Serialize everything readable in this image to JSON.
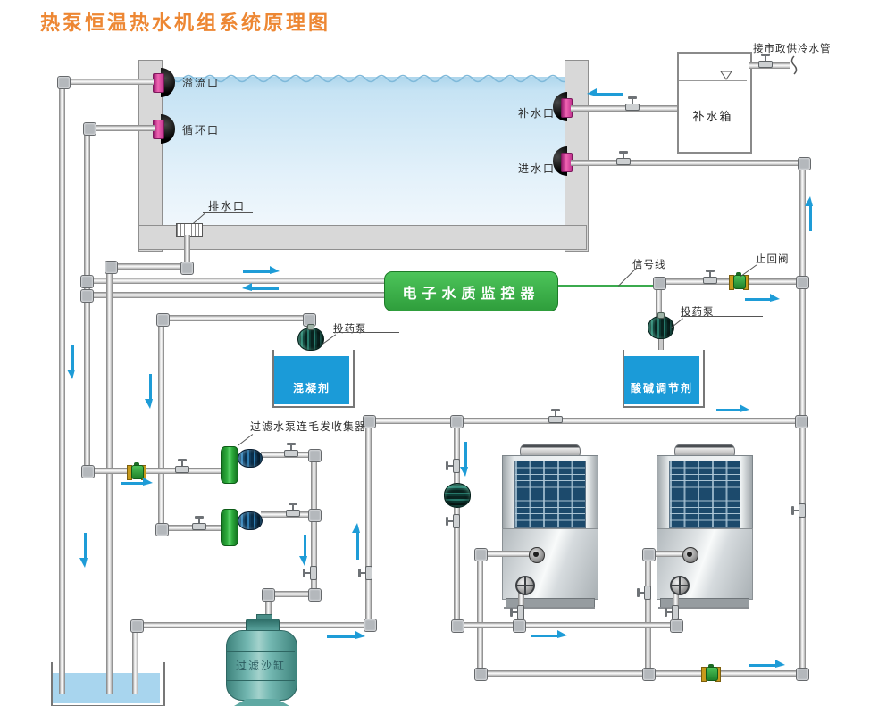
{
  "title": "热泵恒温热水机组系统原理图",
  "pool": {
    "overflow_port": "溢流口",
    "circulation_port": "循环口",
    "drain_port": "排水口",
    "refill_port": "补水口",
    "inlet_port": "进水口"
  },
  "top_right": {
    "refill_tank": "补水箱",
    "municipal_supply": "接市政供冷水管"
  },
  "monitor": {
    "label": "电子水质监控器",
    "signal_line": "信号线"
  },
  "dosing": {
    "pump": "投药泵",
    "check_valve": "止回阀",
    "coagulant_tank": "混凝剂",
    "ph_tank": "酸碱调节剂"
  },
  "filtration": {
    "pump_collector": "过滤水泵连毛发收集器",
    "sand_filter": "过滤沙缸"
  },
  "colors": {
    "title_orange": "#ED8733",
    "monitor_green": "#3CB44A",
    "chem_water_blue": "#1B9BD8",
    "pool_water_top": "#B5D9EE",
    "arrow_blue": "#1E9CD7",
    "sand_filter_teal": "#5FA9A3",
    "collector_green": "#2EA836",
    "port_flange_pink": "#D6399B"
  }
}
